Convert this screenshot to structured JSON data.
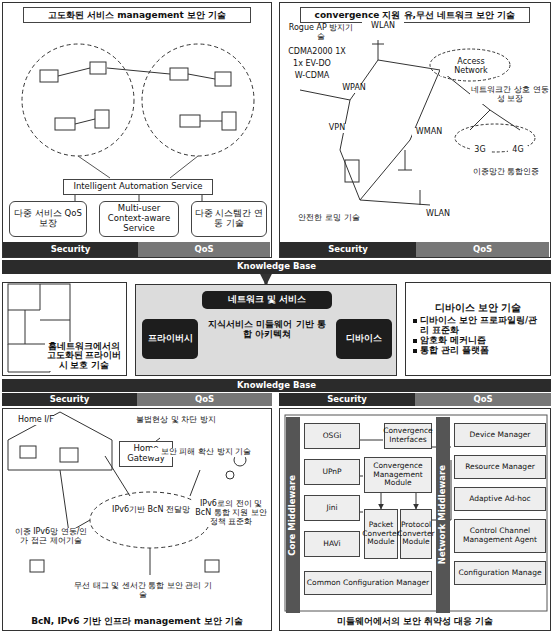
{
  "diagram": {
    "nodes": [
      {
        "text": [
          "고도화된 서비스 management 보안 기술"
        ]
      },
      {
        "text": [
          "Intelligent Automation Service"
        ],
        "in": 0
      },
      {
        "text": [
          "다중 서비스 QoS 보장"
        ],
        "in": 0
      },
      {
        "text": [
          "Multi-user Context-aware Service"
        ],
        "in": 0
      },
      {
        "text": [
          "다중 시스템간 연동 기술"
        ],
        "in": 0
      },
      {
        "text": [
          "Security"
        ],
        "in": 0
      },
      {
        "text": [
          "QoS"
        ],
        "in": 0
      },
      {
        "text": [
          "convergence 지원 유,무선 네트워크 보안 기술"
        ]
      },
      {
        "text": [
          "Security"
        ],
        "in": 7
      },
      {
        "text": [
          "QoS"
        ],
        "in": 7
      },
      {
        "text": [
          "Knowledge Base"
        ]
      },
      {
        "text": [
          "홈네트워크에서의 고도화된 프라이버시 보호 기술"
        ]
      },
      {
        "text": [
          "지식서비스 미들웨어 기반 통합 아키텍쳐"
        ]
      },
      {
        "text": [
          "네트워크 및 서비스"
        ],
        "in": 12
      },
      {
        "text": [
          "프라이버시"
        ],
        "in": 12
      },
      {
        "text": [
          "디바이스"
        ],
        "in": 12
      },
      {
        "text": [
          "디바이스 보안 기술",
          "디바이스 보안 프로파일링/관리 표준화",
          "암호화 메커니즘",
          "통합 관리 플랫폼"
        ]
      },
      {
        "text": [
          "Knowledge Base"
        ]
      },
      {
        "text": [
          "Security"
        ]
      },
      {
        "text": [
          "QoS"
        ]
      },
      {
        "text": [
          "Security"
        ]
      },
      {
        "text": [
          "QoS"
        ]
      },
      {
        "text": [
          "BcN, IPv6 기반 인프라 management 보안 기술"
        ]
      },
      {
        "text": [
          "Home Gateway"
        ],
        "in": 22
      },
      {
        "text": [
          "미들웨어에서의 보안 취약성 대응 기술"
        ]
      },
      {
        "text": [
          "Core Middleware"
        ],
        "in": 24
      },
      {
        "text": [
          "Network Middleware"
        ],
        "in": 24
      },
      {
        "text": [
          "OSGi"
        ],
        "in": 24
      },
      {
        "text": [
          "UPnP"
        ],
        "in": 24
      },
      {
        "text": [
          "Jini"
        ],
        "in": 24
      },
      {
        "text": [
          "HAVi"
        ],
        "in": 24
      },
      {
        "text": [
          "Common Configuration Manager"
        ],
        "in": 24
      },
      {
        "text": [
          "Convergence Interfaces"
        ],
        "in": 24
      },
      {
        "text": [
          "Convergence Management Module"
        ],
        "in": 24
      },
      {
        "text": [
          "Packet Converter Module"
        ],
        "in": 24
      },
      {
        "text": [
          "Protocol Converter Module"
        ],
        "in": 24
      },
      {
        "text": [
          "Device Manager"
        ],
        "in": 24
      },
      {
        "text": [
          "Resource Manager"
        ],
        "in": 24
      },
      {
        "text": [
          "Adaptive Ad-hoc"
        ],
        "in": 24
      },
      {
        "text": [
          "Control Channel Management Agent"
        ],
        "in": 24
      },
      {
        "text": [
          "Configuration Manage"
        ],
        "in": 24
      }
    ],
    "edges": [
      {
        "from": 10,
        "to": 12,
        "arrow": "to"
      },
      {
        "from": 1,
        "to": 2,
        "arrow": "none"
      },
      {
        "from": 1,
        "to": 3,
        "arrow": "none"
      },
      {
        "from": 1,
        "to": 4,
        "arrow": "none"
      },
      {
        "from": 33,
        "to": 34,
        "arrow": "to"
      },
      {
        "from": 33,
        "to": 35,
        "arrow": "to"
      }
    ],
    "labels": [
      "Rogue AP 방지기술",
      "WLAN",
      "CDMA2000 1X",
      "1x EV-DO",
      "W-CDMA",
      "WPAN",
      "Access Network",
      "네트워크간 상호 연동성 보장",
      "3G",
      "4G",
      "VPN",
      "WMAN",
      "이종망간 통합인증",
      "안전한 로밍 기술",
      "WLAN",
      "Home I/F",
      "불법현상 및 차단 방지",
      "보안 피해 확산 방지 기술",
      "이종 IPv6망 연동/인가 접근 제어기술",
      "IPv6기반 BcN 전달망",
      "IPv6로의 전이 및 BcN 통합 지원 보안 정책 표준화",
      "무선 태그 및 센서간 통합 보안 관리 기술"
    ]
  }
}
